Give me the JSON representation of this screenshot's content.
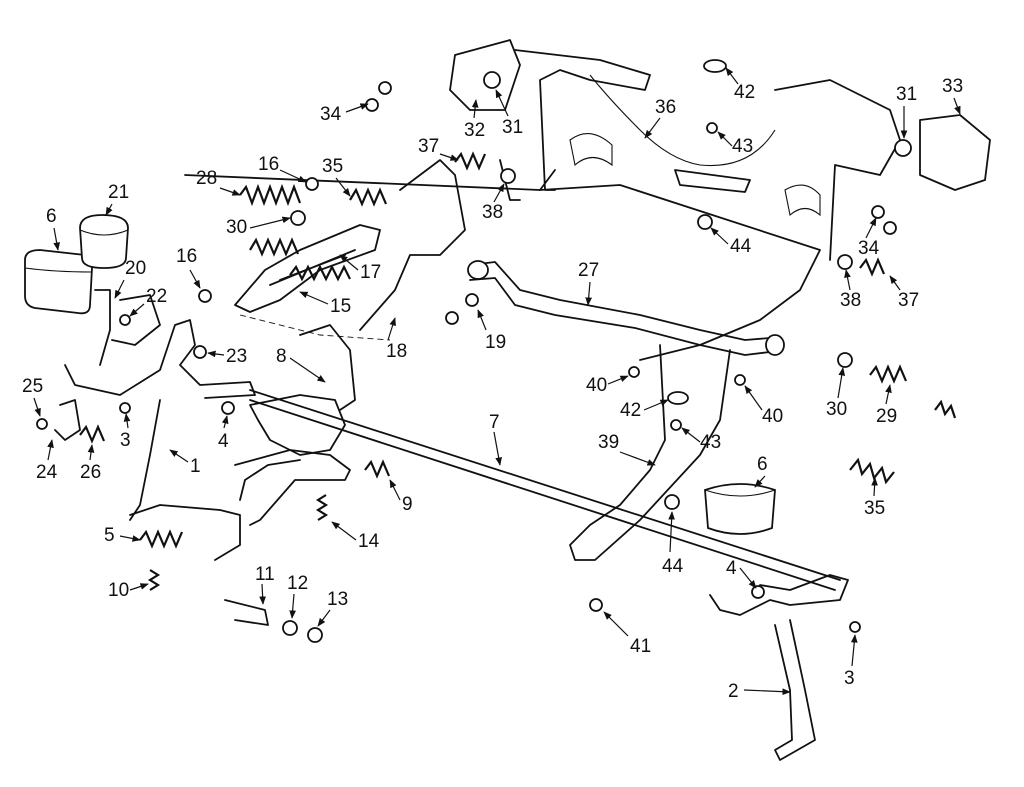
{
  "callouts": [
    "1",
    "2",
    "3",
    "4",
    "5",
    "6",
    "7",
    "8",
    "9",
    "10",
    "11",
    "12",
    "13",
    "14",
    "15",
    "16",
    "17",
    "18",
    "19",
    "20",
    "21",
    "22",
    "23",
    "24",
    "25",
    "26",
    "27",
    "28",
    "29",
    "30",
    "31",
    "32",
    "33",
    "34",
    "35",
    "36",
    "37",
    "38",
    "39",
    "40",
    "41",
    "42",
    "43",
    "44"
  ],
  "colors": {
    "ink": "#111111",
    "paper": "#ffffff"
  }
}
